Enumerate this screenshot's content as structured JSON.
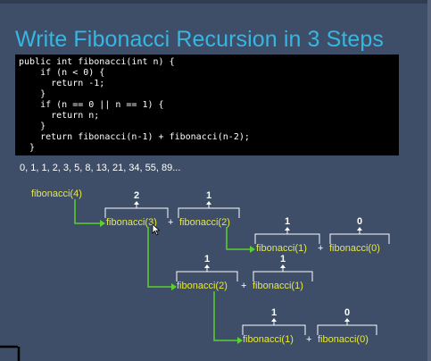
{
  "slide": {
    "title": "Write Fibonacci Recursion in 3 Steps",
    "code_lines": [
      "public int fibonacci(int n) {",
      "    if (n < 0) {",
      "      return -1;",
      "    }",
      "    if (n == 0 || n == 1) {",
      "      return n;",
      "    }",
      "    return fibonacci(n-1) + fibonacci(n-2);",
      "  }"
    ],
    "sequence": "0, 1, 1, 2, 3, 5, 8, 13, 21, 34, 55, 89...",
    "tree": {
      "root": "fibonacci(4)",
      "level1": {
        "left": "fibonacci(3)",
        "op": "+",
        "right": "fibonacci(2)",
        "left_value": "2",
        "right_value": "1"
      },
      "level2a": {
        "left": "fibonacci(1)",
        "op": "+",
        "right": "fibonacci(0)",
        "left_value": "1",
        "right_value": "0"
      },
      "level2b": {
        "left": "fibonacci(2)",
        "op": "+",
        "right": "fibonacci(1)",
        "left_value": "1",
        "right_value": "1"
      },
      "level3": {
        "left": "fibonacci(1)",
        "op": "+",
        "right": "fibonacci(0)",
        "left_value": "1",
        "right_value": "0"
      }
    },
    "colors": {
      "background": "#3e4e68",
      "title": "#36b6e2",
      "call": "#e8e83a",
      "arrow": "#5cd02e",
      "code_bg": "#000000"
    }
  }
}
